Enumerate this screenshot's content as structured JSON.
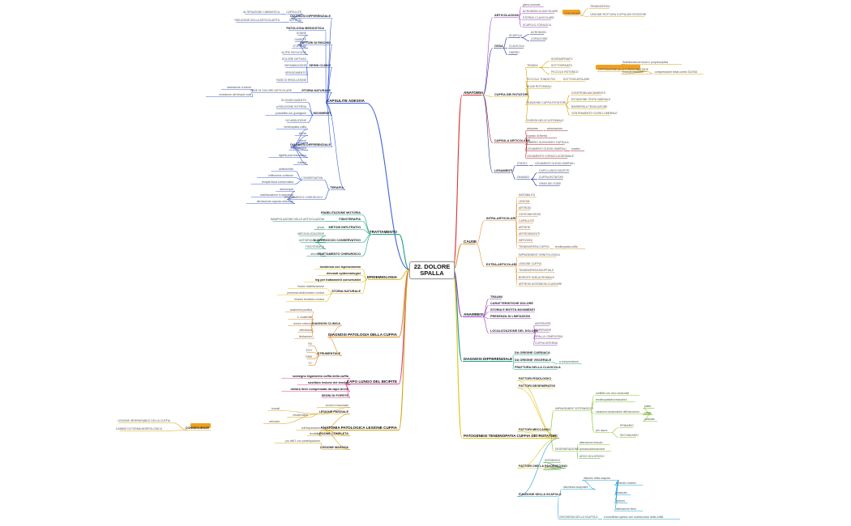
{
  "center": {
    "title_line1": "22. DOLORE",
    "title_line2": "SPALLA"
  },
  "colors": {
    "blue": "#3f63d9",
    "red": "#d93636",
    "purple": "#9b3fc7",
    "navy": "#1f2f8f",
    "orange": "#e0902f",
    "teal": "#18a083",
    "yellow": "#e3c21a",
    "green": "#3fae3f",
    "pink": "#d64a9a",
    "gold": "#d6a30e",
    "lime": "#84c21f",
    "cyan": "#1a9fd6",
    "darkred": "#b01a1a"
  },
  "nodes": {
    "capsulite": "CAPSULITE ADESIVA",
    "cap_diag": "DIAGNOSI DIFFERENZIALE",
    "cap_diag_a": "CAPSULITE",
    "cap_diag_a1": "ALTERAZIONE CINEMATICA",
    "cap_diag_b": "ARTROSI",
    "cap_diag_b1": "RIDUZIONE DELLA ARTICOLARITÀ",
    "cap_pato": "PATOLOGIA MEDIOSTICA",
    "cap_fatt": "FATTORI DI RISCHIO",
    "cap_fatt_1": "DONNE",
    "cap_fatt_2": "DIABETE",
    "cap_fatt_3": "ETÀ 40-60",
    "cap_fatt_4": "ALTRE PATOLOGIE",
    "cap_segni": "SEGNI CLINICI",
    "cap_segni_1": "DOLORE DIFFUSO",
    "cap_segni_2": "INFIAMMAZIONE",
    "cap_segni_3": "IRRIGIDIMENTO",
    "cap_segni_4": "FASE DI RISOLUZIONE",
    "cap_storia": "STORIA NATURALE",
    "cap_storia_a": "FASE DI DOLORE ARTICOLARE",
    "cap_storia_a1": "ossessione a dolore",
    "cap_storia_a2": "restrizione dei tessuti molli",
    "cap_scong": "SCONGELAMENTO",
    "cap_scong_1": "a RIDUZIONE INTERNA",
    "cap_scong_2": "possibilità con guarigione",
    "cap_movim": "MOVIMENTI",
    "cap_movim_1": "NO ABDUZIONE",
    "cap_diagdiff": "DIAGNOSI DIFFERENZIALE",
    "cap_dd_1": "tendinopatia cuffia",
    "cap_dd_2": "artrosi",
    "cap_dd_3": "tumori",
    "cap_dd_4": "impingement",
    "cap_dd_5": "rigidità post-traumatica",
    "cap_dd_6": "frattura",
    "cap_terapia": "TERAPIA",
    "cap_cons": "CONSERVATIVA",
    "cap_cons_1": "antidolorifici",
    "cap_cons_2": "infiltrazioni cortisone",
    "cap_cons_3": "terapia fisica conservativa",
    "cap_chir": "TRATTAMENTO CHIRURGICO",
    "cap_chir_1": "artroscopia",
    "cap_chir_2": "mobilizzazione in anestesia",
    "cap_chir_3": "derotazione capsula articolare",
    "trattamento": "TRATTAMENTO",
    "tr_1": "RIABILITAZIONE MOTORIA",
    "tr_2": "FISIOTERAPIA",
    "tr_2a": "MANIPOLAZIONE DELLE ARTICOLAZIONI",
    "tr_3": "METODI INFILTRATIVI",
    "tr_3a": "ipnosi",
    "tr_4": "IL APPROCCIO CONSERVATIVO",
    "tr_4a": "MEDICALIZZAZIONE",
    "tr_4b": "ANTINFIAMMATORI",
    "tr_4c": "FISIOTERAPIA",
    "tr_5": "TRATTAMENTO CHIRURGICO",
    "tr_5a": "artroscopia",
    "epidem": "EPIDEMIOLOGIA",
    "ep_1": "incidenza con ispessimento",
    "ep_2": "rilevanti epidemiologici",
    "ep_3": "leg per trattamenti conservativi",
    "ep_4": "STORIA NATURALE",
    "ep_4a": "risolve stabilizzazione",
    "ep_4b": "presenza della lesione cronica",
    "ep_4c": "lesione tendinea cronica",
    "diag_pat": "DIAGNOSI PATOLOGIA DELLA CUFFIA",
    "dp_clin": "DIAGNOSI CLINICA",
    "dp_clin_1": "anamnesi positiva",
    "dp_clin_2": "s. cicatriziali",
    "dp_clin_3": "dolore notturno",
    "dp_clin_4": "debolezza",
    "dp_clin_5": "limitazione",
    "dp_strum": "STRUMENTALE",
    "dp_strum_1": "RX",
    "dp_strum_2": "ECO",
    "dp_strum_3": "RMN",
    "dp_strum_4": "TC",
    "capo": "CAPO LUNGO DEL BICIPITE",
    "capo_1": "sostegno legamento cuffia della cuffia",
    "capo_2": "sostituto lesione dei tendini",
    "capo_3": "rottura lieve compensata da capo breve",
    "capo_4": "SEGNI DI POPEYE",
    "anatpat": "ANATOMIA PATOLOGICA LESIONE CUFFIA",
    "ap_1": "LESIONE PARZIALE",
    "ap_1a": "bursali",
    "ap_1b": "intratendinei",
    "ap_1c": "articolari",
    "ap_1d": "cronici e traumatici",
    "ap_2": "LESIONE COMPLETA",
    "ap_2a": "sull'espansione",
    "ap_2b": "tendinea",
    "ap_3": "LESIONE MASSIVA",
    "ap_3a": "più dell'1 con partecipazione",
    "ap_side1": "LESIONE IRREPARABILE DELLA CUFFIA",
    "ap_side2": "CAMBIO DI FORMA MORFOLOGICA",
    "ap_side3": "CONSEGUENZE",
    "anatomia": "ANATOMIA",
    "an_artic": "ARTICOLAZIONI",
    "an_artic_1": "gleno-omerale",
    "an_artic_2": "ACROMION-CLAVICOLARE",
    "an_artic_3": "STERNO-CLAVICOLARE",
    "an_artic_4": "SCAPOLO-TORACICA",
    "an_artic_side1": "TENDINOPATIA",
    "an_artic_side2": "LESIONE ROTTURA CUFFIA DEI ROTATORI",
    "an_artic_side3": "COLLEGATO",
    "an_ossa": "OSSA",
    "an_ossa_1": "SCAPOLA",
    "an_ossa_1a": "ACROMION",
    "an_ossa_1b": "CORACOIDE",
    "an_ossa_2": "CLAVICOLA",
    "an_ossa_3": "OMERO",
    "an_cuffia": "CUFFIA DEI ROTATORI",
    "an_cuffia_1": "TENDINI",
    "an_cuffia_1a": "SOVRASPINATO",
    "an_cuffia_1b": "SOTTOSPINATO",
    "an_cuffia_1c": "PICCOLO ROTONDO",
    "an_cuffia_2": "PICCOLO TONDO PIÙ",
    "an_cuffia_2a": "SOTTOSCAPOLARE",
    "an_cuffia_3": "BULBI ROTONDALI",
    "an_cuffia_side": "OPPOSIZIONE ALLA FORZA DELTOIDE",
    "an_cuffia_side1": "Stabilizzazione forza e proprioceptiva",
    "an_cuffia_side2": "forza di rotazione",
    "an_cuffia_side3": "compressione testa contro GLENA",
    "an_cuffia_4": "FUNZIONE CUFFIA ROTATORI",
    "an_cuffia_4a": "CONTROBILANCIAMENTO",
    "an_cuffia_4b": "ROTAZIONE TESTA OMERALE",
    "an_cuffia_4c": "BARRIERA A TRASLAZIONE",
    "an_cuffia_4d": "CENTRAMENTO GLENO-OMERALE",
    "an_cuffia_5": "DURATA NELLE ACROMIALE",
    "an_capsula": "CAPSULA ARTICOLARE",
    "an_caps_1": "articolare",
    "an_caps_1b": "articolazione",
    "an_caps_2": "il grado di liberta",
    "an_caps_3": "LABBRO GLENOIDEO CAPSULA",
    "an_caps_4": "LEGAMENTI GLENO-OMERALI",
    "an_caps_4b": "rotatori",
    "an_caps_5": "LEGAMENTO CORACO-ACROMIALE",
    "an_legam": "LEGAMENTI",
    "an_leg_1": "STATICI",
    "an_leg_1a": "LEGAMENTI GLENO-OMERALI",
    "an_leg_2": "DINAMICI",
    "an_leg_2a": "CAPO LUNGO BICIPITE",
    "an_leg_2b": "CUFFIA ROTATORI",
    "an_leg_2c": "GRAN DELTOIDE",
    "cause": "CAUSE",
    "ca_intra": "INTRA-ARTICOLARI",
    "ca_intra_1": "INSTABILITÀ",
    "ca_intra_2": "LESIONI",
    "ca_intra_3": "ARTROSI",
    "ca_intra_4": "OSTEONECROSI",
    "ca_intra_5": "CAPSULITE",
    "ca_intra_6": "ARTRITE",
    "ca_intra_7": "ARTROSINOVITI",
    "ca_intra_8": "INFEZIONI",
    "ca_intra_9": "TENDINOPATIA CUFFIA",
    "ca_intra_9a": "tendinopatia cuffia",
    "ca_extra": "EXTRA-ARTICOLARI",
    "ca_extra_1": "IMPINGEMENT ORNITOLOGICA",
    "ca_extra_2": "LESIONE CUFFIA",
    "ca_extra_3": "TENDINOPATIA BICIPITALE",
    "ca_extra_4": "BORSITE SUB-ACROMIALE",
    "ca_extra_5": "ARTROSI ACROMION-CLAVEARE",
    "anamnesi": "ANAMNESI",
    "am_1": "TRAUMI",
    "am_2": "CARATTERISTICHE DOLORE",
    "am_3": "STORIA E ENTITÀ MOVIMENTI",
    "am_4": "PRESENZA DI LIMITAZIONI",
    "am_5": "LOCALIZZAZIONE DEL DOLORE",
    "am_5a": "ANTERIORE",
    "am_5b": "SUPERIORE",
    "am_5c": "SPALLA COMPLESSA",
    "am_5d": "CUFFIA INTERNA",
    "diagdiff": "DIAGNOSI DIFFERENZIALE",
    "dd_1": "DA ORIGINE CARDIACA",
    "dd_2": "DA ORIGINE VISCERALE",
    "dd_2a": "a compressione",
    "dd_3": "FRATTURA DELLA CLAVICOLA",
    "patog": "PATOGENESI TENDINOPATIA CUFFIA DEI ROTATORI",
    "pg_1": "FATTORI MECCANICI",
    "pg_1a": "FATTORI FISIOLOGICI",
    "pg_1b": "FATTORI DEGENERATIVI",
    "pg_2": "IMPINGEMENT ESTRINSECO",
    "pg_2a": "conflitto con arco coracoide",
    "pg_2b": "tendinopatia/sovraccarico",
    "pg_2c": "variazioni anatomiche dell'acromion",
    "pg_2c1": "piatto",
    "pg_2c2": "curvo",
    "pg_2c3": "uncinato",
    "pg_2d": "per usura",
    "pg_2d1": "PRIMARIO",
    "pg_2d2": "SECONDARIO",
    "pg_3": "DEGENERAZIONE",
    "pg_3a": "alterazione tessuto",
    "pg_3b": "ipovascolarizzazione",
    "pg_4": "FATTORI CHE LA FAVORISCONO",
    "pg_4a": "INTRINSECI",
    "pg_4b": "ESTRINSECI",
    "pg_4c": "ARCO DOLOROSO",
    "pg_5": "FUNZIONE DELLA SCAPOLA",
    "pg_5a": "discinesia scapolare",
    "pg_5b": "disturbo della scapola",
    "pg_5c": "controllo motorio",
    "pg_5d": "posturale",
    "pg_5e": "ipotono",
    "pg_5f": "alterazione ritmo",
    "pg_6": "DISCINESIA DELLA SCAPOLA",
    "pg_6a": "si manifesta spesso con sovraccarico della cuffia"
  }
}
